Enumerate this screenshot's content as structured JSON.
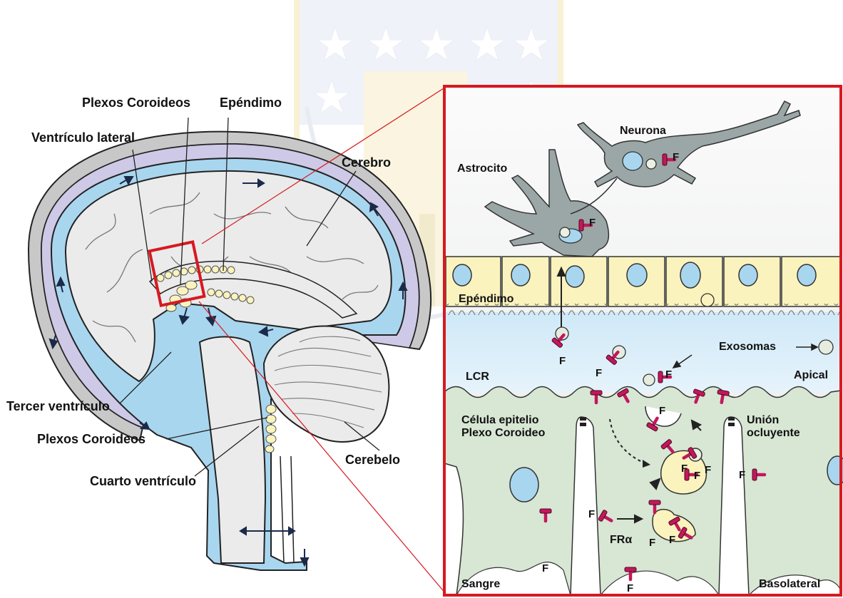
{
  "brain_labels": {
    "plexos_top": "Plexos Coroideos",
    "ependimo_top": "Epéndimo",
    "ventriculo_lateral": "Ventrículo lateral",
    "cerebro": "Cerebro",
    "tercer_ventriculo": "Tercer ventrículo",
    "plexos_bottom": "Plexos Coroideos",
    "cerebelo": "Cerebelo",
    "cuarto_ventriculo": "Cuarto ventrículo"
  },
  "inset_labels": {
    "neurona": "Neurona",
    "astrocito": "Astrocito",
    "ependimo": "Epéndimo",
    "exosomas": "Exosomas",
    "lcr": "LCR",
    "apical": "Apical",
    "celula_line1": "Célula epitelio",
    "celula_line2": "Plexo Coroideo",
    "union_line1": "Unión",
    "union_line2": "ocluyente",
    "fra": "FRα",
    "sangre": "Sangre",
    "basolateral": "Basolateral",
    "folate": "F"
  },
  "colors": {
    "csf_blue": "#a9d6ef",
    "brain_gray": "#ebebeb",
    "meninges_purple": "#cdc9e6",
    "skull_gray": "#c8c8c8",
    "ependyma_yellow": "#fbf3bd",
    "epithelium_green": "#d8e6d4",
    "receptor_magenta": "#c2185b",
    "inset_border_red": "#d71920",
    "glia_gray": "#9ba7a6"
  },
  "icons": {
    "watermark": "university-crest-watermark",
    "receptor": "folate-receptor-glyph",
    "exosome": "exosome-circle"
  }
}
